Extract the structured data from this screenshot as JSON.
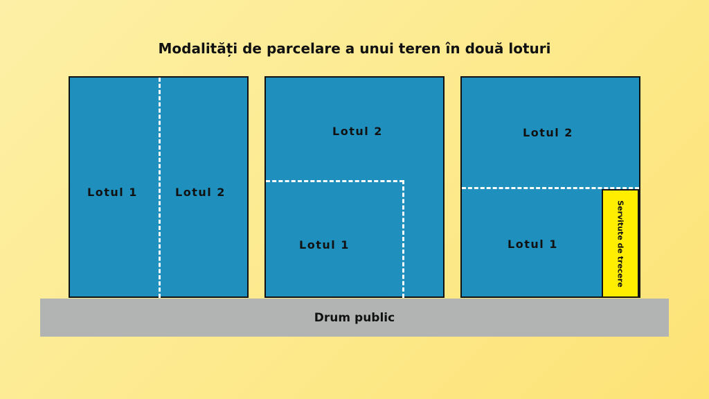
{
  "title": "Modalități de parcelare a unui teren în două loturi",
  "road_label": "Drum public",
  "parcel1": {
    "lot1": "Lotul 1",
    "lot2": "Lotul 2"
  },
  "parcel2": {
    "lot1": "Lotul 1",
    "lot2": "Lotul 2"
  },
  "parcel3": {
    "lot1": "Lotul 1",
    "lot2": "Lotul 2",
    "easement": "Servitute de trecere"
  },
  "colors": {
    "lot_fill": "#1f90bd",
    "road": "#b2b4b4",
    "easement": "#ffee00",
    "divider": "#ffffff"
  }
}
